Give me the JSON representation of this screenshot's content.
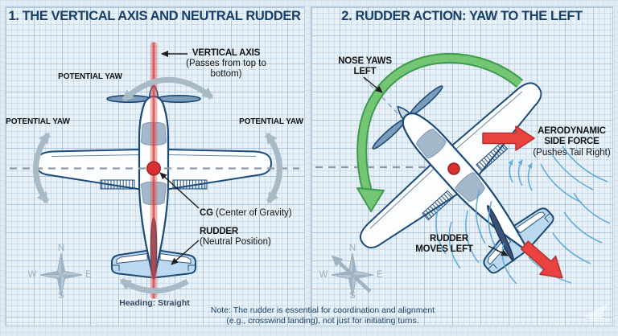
{
  "palette": {
    "background": "#e0ebf3",
    "panel_background": "#e9f1f8",
    "title_navy": "#16406a",
    "label_black": "#141414",
    "axis_stripe_red": "#e05555",
    "cg_dot_red": "#d83030",
    "yaw_arrow_gray": "#a9bac7",
    "green_arrow": "#74c675",
    "force_arrow_red": "#e8433e",
    "airflow_blue": "#57a6d8",
    "plane_outline_navy": "#1b4a77",
    "tail_light_blue": "#bdd9ef",
    "note_navy": "#1e4264",
    "compass_gray": "#9db1c1"
  },
  "panel1": {
    "title": "1. THE VERTICAL AXIS AND NEUTRAL RUDDER",
    "vertical_axis_label": "VERTICAL AXIS",
    "vertical_axis_sub": "(Passes from top to bottom)",
    "potential_yaw_top": "POTENTIAL YAW",
    "potential_yaw_left": "POTENTIAL YAW",
    "potential_yaw_right": "POTENTIAL YAW",
    "cg_abbr": "CG",
    "cg_sub": " (Center of Gravity)",
    "rudder_label": "RUDDER",
    "rudder_sub": "(Neutral Position)",
    "heading_caption": "Heading: Straight",
    "compass": {
      "n": "N",
      "e": "E",
      "s": "S",
      "w": "W"
    }
  },
  "panel2": {
    "title": "2. RUDDER ACTION: YAW TO THE LEFT",
    "nose_yaws_line1": "NOSE YAWS",
    "nose_yaws_line2": "LEFT",
    "side_force_line1": "AERODYNAMIC",
    "side_force_line2": "SIDE FORCE",
    "side_force_sub": "(Pushes Tail Right)",
    "rudder_moves_line1": "RUDDER",
    "rudder_moves_line2": "MOVES LEFT",
    "compass": {
      "n": "N",
      "e": "E",
      "s": "S",
      "w": "W"
    }
  },
  "footnote": {
    "line1": "Note: The rudder is essential for coordination and alignment",
    "line2": "(e.g., crosswind landing), not just for initiating turns."
  }
}
